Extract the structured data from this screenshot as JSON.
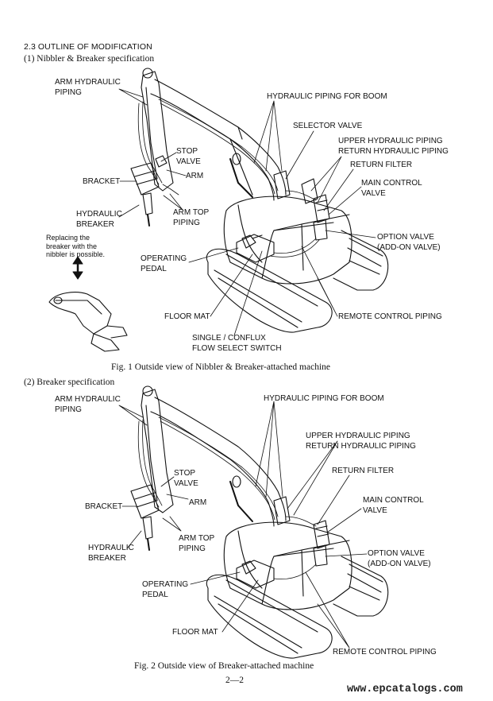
{
  "section_title": "2.3  OUTLINE OF MODIFICATION",
  "sub1": "(1)   Nibbler & Breaker specification",
  "sub2": "(2)   Breaker specification",
  "fig1": {
    "labels": {
      "arm_hyd_1": "ARM HYDRAULIC",
      "arm_hyd_2": "PIPING",
      "hyd_boom": "HYDRAULIC PIPING FOR BOOM",
      "selector": "SELECTOR VALVE",
      "upper_1": "UPPER HYDRAULIC PIPING",
      "upper_2": "RETURN HYDRAULIC PIPING",
      "return_filter": "RETURN FILTER",
      "main_1": "MAIN CONTROL",
      "main_2": "VALVE",
      "stop_1": "STOP",
      "stop_2": "VALVE",
      "arm": "ARM",
      "bracket": "BRACKET",
      "arm_top_1": "ARM TOP",
      "arm_top_2": "PIPING",
      "hyd_breaker_1": "HYDRAULIC",
      "hyd_breaker_2": "BREAKER",
      "replace_1": "Replacing the",
      "replace_2": "breaker with the",
      "replace_3": "nibbler is possible.",
      "option_1": "OPTION VALVE",
      "option_2": "(ADD-ON VALVE)",
      "op_pedal_1": "OPERATING",
      "op_pedal_2": "PEDAL",
      "floor_mat": "FLOOR MAT",
      "remote": "REMOTE CONTROL PIPING",
      "single_1": "SINGLE / CONFLUX",
      "single_2": "FLOW SELECT SWITCH"
    },
    "caption": "Fig. 1    Outside view of Nibbler & Breaker-attached machine"
  },
  "fig2": {
    "labels": {
      "arm_hyd_1": "ARM HYDRAULIC",
      "arm_hyd_2": "PIPING",
      "hyd_boom": "HYDRAULIC PIPING FOR BOOM",
      "upper_1": "UPPER HYDRAULIC PIPING",
      "upper_2": "RETURN HYDRAULIC PIPING",
      "return_filter": "RETURN FILTER",
      "stop_1": "STOP",
      "stop_2": "VALVE",
      "main_1": "MAIN CONTROL",
      "main_2": "VALVE",
      "bracket": "BRACKET",
      "arm": "ARM",
      "hyd_breaker_1": "HYDRAULIC",
      "hyd_breaker_2": "BREAKER",
      "arm_top_1": "ARM TOP",
      "arm_top_2": "PIPING",
      "option_1": "OPTION VALVE",
      "option_2": "(ADD-ON VALVE)",
      "op_pedal_1": "OPERATING",
      "op_pedal_2": "PEDAL",
      "floor_mat": "FLOOR MAT",
      "remote": "REMOTE CONTROL PIPING"
    },
    "caption": "Fig. 2    Outside view of Breaker-attached machine"
  },
  "page_number": "2—2",
  "watermark": "www.epcatalogs.com"
}
